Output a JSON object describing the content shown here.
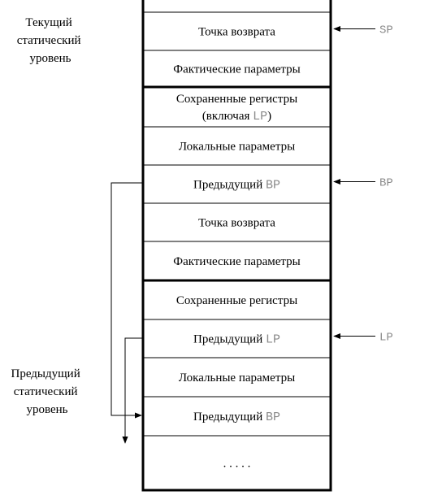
{
  "labels": {
    "current_level": [
      "Текущий",
      "статический",
      "уровень"
    ],
    "previous_level": [
      "Предыдущий",
      "статический",
      "уровень"
    ]
  },
  "cells": [
    {
      "id": "top",
      "lines": [
        [
          {
            "t": ""
          }
        ]
      ]
    },
    {
      "id": "return-1",
      "lines": [
        [
          {
            "t": "Точка возврата"
          }
        ]
      ]
    },
    {
      "id": "params-1",
      "lines": [
        [
          {
            "t": "Фактические параметры"
          }
        ]
      ]
    },
    {
      "id": "saved-1",
      "lines": [
        [
          {
            "t": "Сохраненные регистры"
          }
        ],
        [
          {
            "t": "(включая "
          },
          {
            "t": "LP",
            "mono": true
          },
          {
            "t": ")"
          }
        ]
      ]
    },
    {
      "id": "locals-1",
      "lines": [
        [
          {
            "t": "Локальные параметры"
          }
        ]
      ]
    },
    {
      "id": "prevbp-1",
      "lines": [
        [
          {
            "t": "Предыдущий "
          },
          {
            "t": "BP",
            "mono": true
          }
        ]
      ]
    },
    {
      "id": "return-2",
      "lines": [
        [
          {
            "t": "Точка возврата"
          }
        ]
      ]
    },
    {
      "id": "params-2",
      "lines": [
        [
          {
            "t": "Фактические параметры"
          }
        ]
      ]
    },
    {
      "id": "saved-2",
      "lines": [
        [
          {
            "t": "Сохраненные регистры"
          }
        ]
      ]
    },
    {
      "id": "prevlp",
      "lines": [
        [
          {
            "t": "Предыдущий "
          },
          {
            "t": "LP",
            "mono": true
          }
        ]
      ]
    },
    {
      "id": "locals-2",
      "lines": [
        [
          {
            "t": "Локальные параметры"
          }
        ]
      ]
    },
    {
      "id": "prevbp-2",
      "lines": [
        [
          {
            "t": "Предыдущий "
          },
          {
            "t": "BP",
            "mono": true
          }
        ]
      ]
    },
    {
      "id": "ellipsis",
      "lines": [
        [
          {
            "t": ". . . . ."
          }
        ]
      ]
    }
  ],
  "pointers": [
    {
      "name": "SP",
      "cell": "return-1"
    },
    {
      "name": "BP",
      "cell": "prevbp-1"
    },
    {
      "name": "LP",
      "cell": "prevlp"
    }
  ]
}
